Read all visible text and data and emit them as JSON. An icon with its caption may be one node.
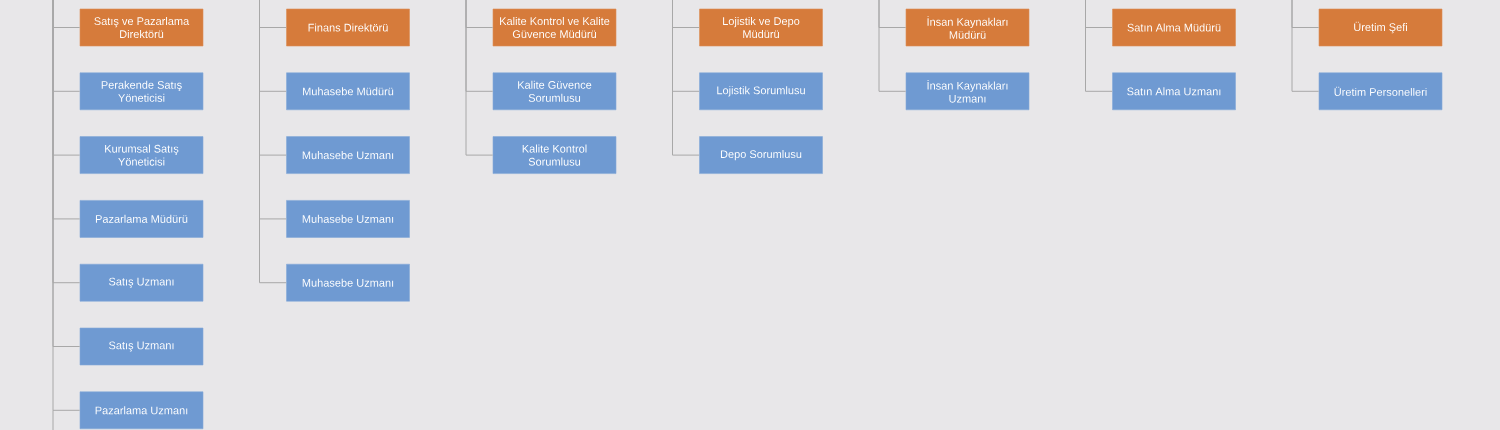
{
  "diagram": {
    "nodes": [
      {
        "text": [
          "Satış ve Pazarlama Direktörü"
        ]
      },
      {
        "text": [
          "Perakende Satış Yöneticisi"
        ]
      },
      {
        "text": [
          "Kurumsal Satış Yöneticisi"
        ]
      },
      {
        "text": [
          "Pazarlama Müdürü"
        ]
      },
      {
        "text": [
          "Satış Uzmanı"
        ]
      },
      {
        "text": [
          "Satış Uzmanı"
        ]
      },
      {
        "text": [
          "Pazarlama Uzmanı"
        ]
      },
      {
        "text": [
          "Finans Direktörü"
        ]
      },
      {
        "text": [
          "Muhasebe Müdürü"
        ]
      },
      {
        "text": [
          "Muhasebe Uzmanı"
        ]
      },
      {
        "text": [
          "Muhasebe Uzmanı"
        ]
      },
      {
        "text": [
          "Muhasebe Uzmanı"
        ]
      },
      {
        "text": [
          "Kalite Kontrol ve Kalite Güvence Müdürü"
        ]
      },
      {
        "text": [
          "Kalite Güvence Sorumlusu"
        ]
      },
      {
        "text": [
          "Kalite Kontrol Sorumlusu"
        ]
      },
      {
        "text": [
          "Lojistik ve Depo Müdürü"
        ]
      },
      {
        "text": [
          "Lojistik Sorumlusu"
        ]
      },
      {
        "text": [
          "Depo Sorumlusu"
        ]
      },
      {
        "text": [
          "İnsan Kaynakları Müdürü"
        ]
      },
      {
        "text": [
          "İnsan Kaynakları Uzmanı"
        ]
      },
      {
        "text": [
          "Satın Alma Müdürü"
        ]
      },
      {
        "text": [
          "Satın Alma Uzmanı"
        ]
      },
      {
        "text": [
          "Üretim Şefi"
        ]
      },
      {
        "text": [
          "Üretim Personelleri"
        ]
      }
    ],
    "edges": [
      {
        "from": null,
        "to": 0,
        "arrow": "none"
      },
      {
        "from": null,
        "to": 1,
        "arrow": "none"
      },
      {
        "from": null,
        "to": 2,
        "arrow": "none"
      },
      {
        "from": null,
        "to": 3,
        "arrow": "none"
      },
      {
        "from": null,
        "to": 4,
        "arrow": "none"
      },
      {
        "from": null,
        "to": 5,
        "arrow": "none"
      },
      {
        "from": null,
        "to": 6,
        "arrow": "none"
      },
      {
        "from": null,
        "to": 7,
        "arrow": "none"
      },
      {
        "from": null,
        "to": 8,
        "arrow": "none"
      },
      {
        "from": null,
        "to": 9,
        "arrow": "none"
      },
      {
        "from": null,
        "to": 10,
        "arrow": "none"
      },
      {
        "from": null,
        "to": 11,
        "arrow": "none"
      },
      {
        "from": null,
        "to": 12,
        "arrow": "none"
      },
      {
        "from": null,
        "to": 13,
        "arrow": "none"
      },
      {
        "from": null,
        "to": 14,
        "arrow": "none"
      },
      {
        "from": null,
        "to": 15,
        "arrow": "none"
      },
      {
        "from": null,
        "to": 16,
        "arrow": "none"
      },
      {
        "from": null,
        "to": 17,
        "arrow": "none"
      },
      {
        "from": null,
        "to": 18,
        "arrow": "none"
      },
      {
        "from": null,
        "to": 19,
        "arrow": "none"
      },
      {
        "from": null,
        "to": 20,
        "arrow": "none"
      },
      {
        "from": null,
        "to": 21,
        "arrow": "none"
      },
      {
        "from": null,
        "to": 22,
        "arrow": "none"
      },
      {
        "from": null,
        "to": 23,
        "arrow": "none"
      }
    ]
  }
}
